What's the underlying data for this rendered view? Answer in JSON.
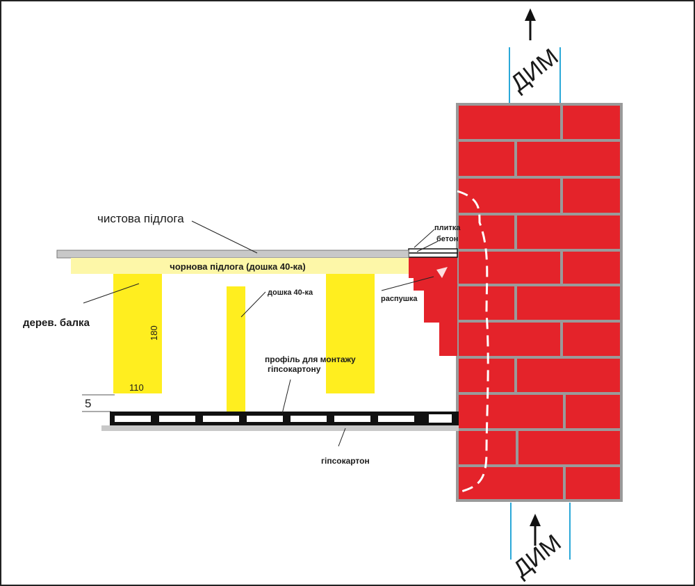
{
  "labels": {
    "finish_floor": "чистова підлога",
    "subfloor": "чорнова підлога (дошка 40-ка)",
    "tile": "плитка",
    "concrete": "бетон",
    "flare": "распушка",
    "beam": "дерев. балка",
    "board": "дошка 40-ка",
    "profile_line1": "профіль для монтажу",
    "profile_line2": "гіпсокартону",
    "drywall": "гіпсокартон",
    "smoke_top": "ДИМ",
    "smoke_bottom": "ДИМ",
    "dim_height": "180",
    "dim_width": "110",
    "dim_gap": "5"
  },
  "colors": {
    "brick": "#e4232a",
    "mortar": "#9a9a9a",
    "wood": "#ffee1f",
    "subfloor": "#fdf7a8",
    "finish_floor": "#c8c8c8",
    "flue_lines": "#2aa8d8"
  }
}
